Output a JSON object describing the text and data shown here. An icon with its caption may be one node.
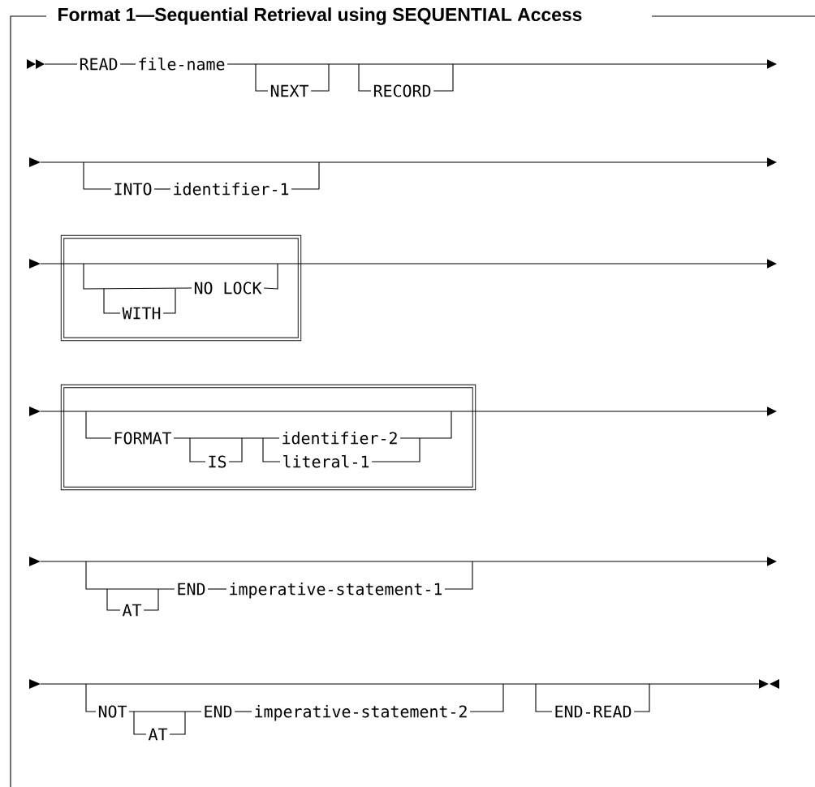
{
  "diagram": {
    "title": "Format 1—Sequential Retrieval using SEQUENTIAL Access",
    "nodes": [
      {
        "text": [
          "WITH",
          "NO LOCK"
        ]
      },
      {
        "text": [
          "FORMAT",
          "IS",
          "identifier-2",
          "literal-1"
        ]
      }
    ],
    "labels": [
      "READ",
      "file-name",
      "NEXT",
      "RECORD",
      "INTO",
      "identifier-1",
      "END",
      "imperative-statement-1",
      "AT",
      "NOT",
      "END",
      "imperative-statement-2",
      "END-READ",
      "AT"
    ]
  }
}
